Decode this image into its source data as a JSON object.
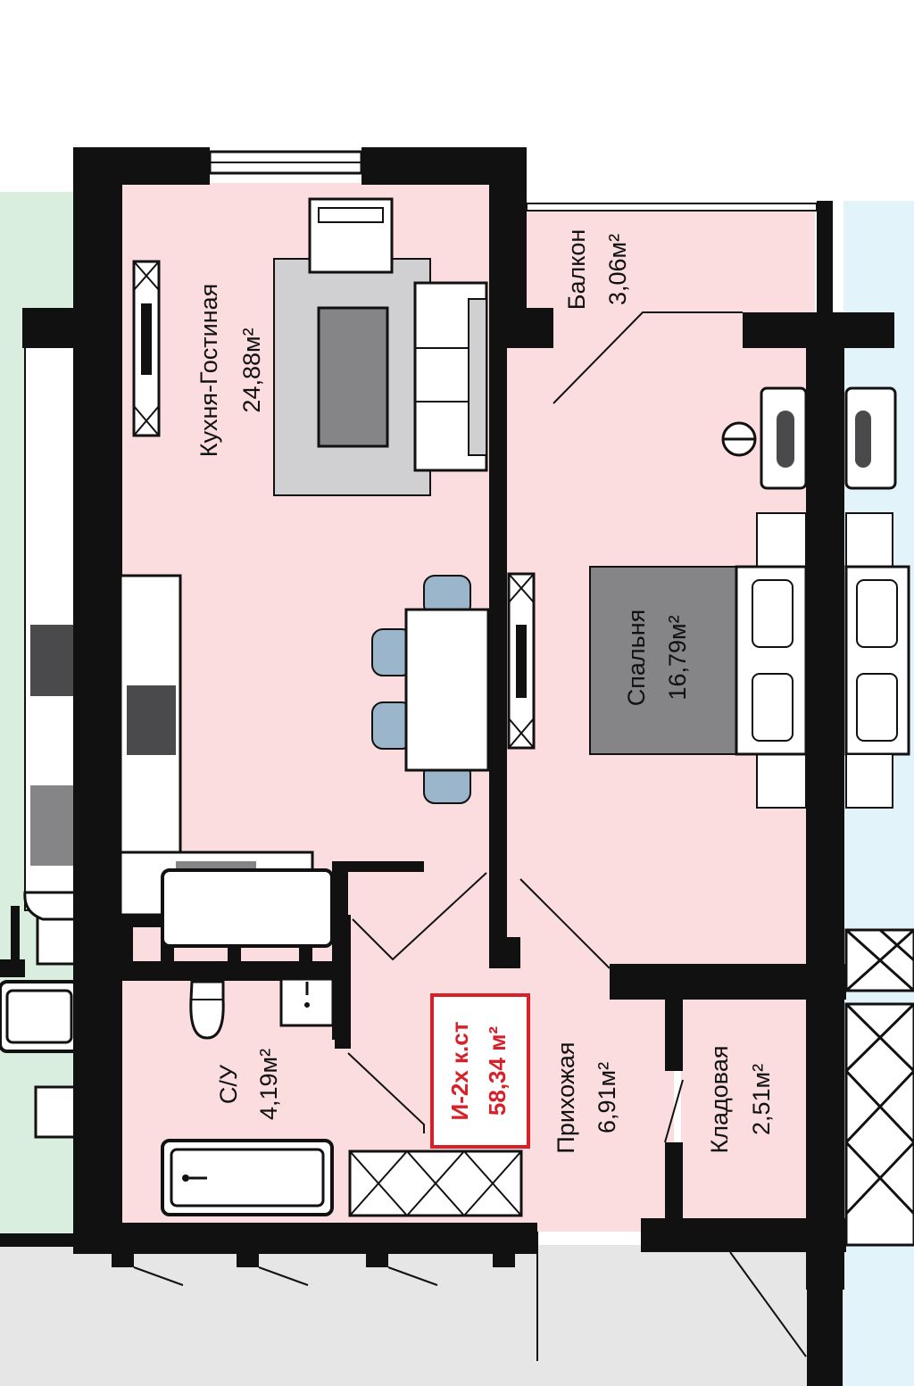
{
  "colors": {
    "room_fill": "#fbdde0",
    "wall": "#111111",
    "neighbor_green": "#d9eedf",
    "neighbor_blue": "#e3f3fa",
    "corridor_gray": "#e6e6e6",
    "furniture_gray": "#d0d0d2",
    "dark_gray": "#858588",
    "chair_blue": "#9bb6cb",
    "tag_red": "#d6202a"
  },
  "rooms": {
    "kitchen": {
      "name": "Кухня-Гостиная",
      "area": "24,88м²"
    },
    "balcony": {
      "name": "Балкон",
      "area": "3,06м²"
    },
    "bedroom": {
      "name": "Спальня",
      "area": "16,79м²"
    },
    "bathroom": {
      "name": "С/У",
      "area": "4,19м²"
    },
    "hallway": {
      "name": "Прихожая",
      "area": "6,91м²"
    },
    "storage": {
      "name": "Кладовая",
      "area": "2,51м²"
    }
  },
  "apartment_tag": {
    "type": "И-2х к.ст",
    "area": "58,34 м²"
  }
}
